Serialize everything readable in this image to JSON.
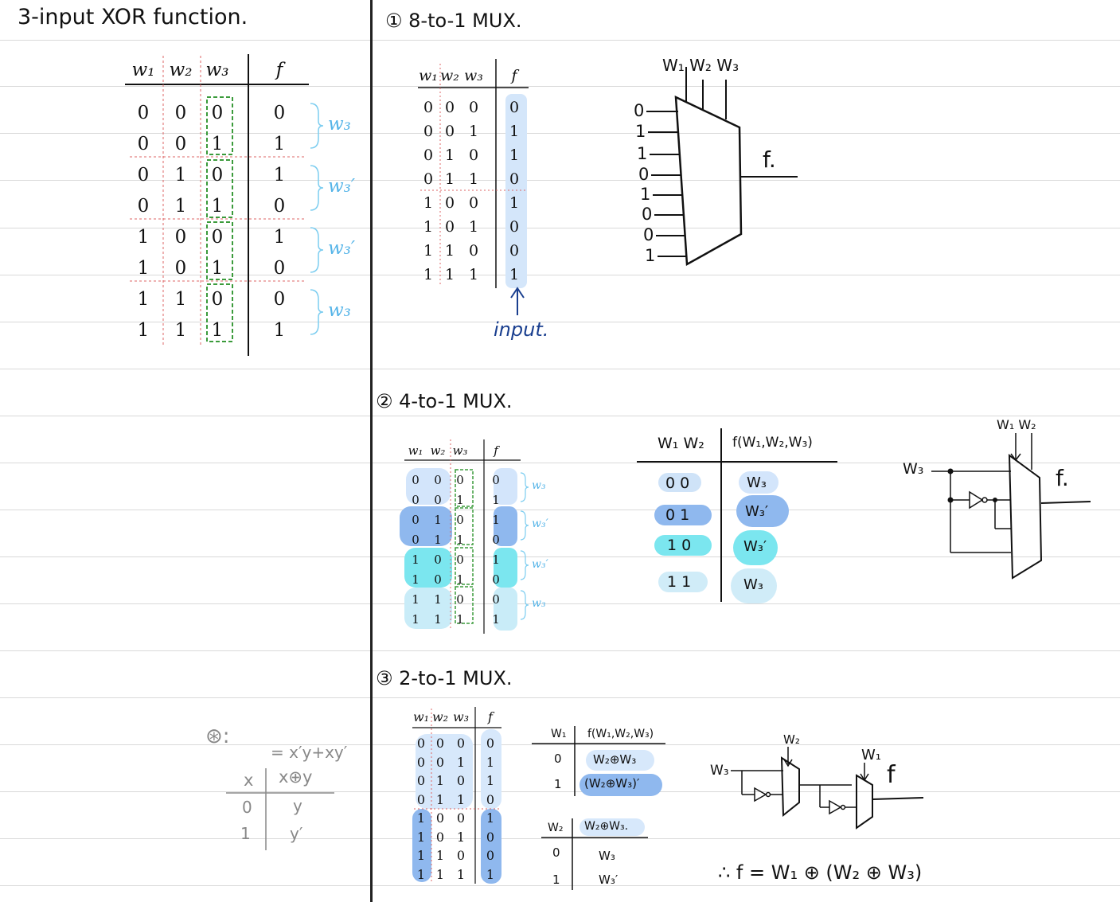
{
  "left": {
    "title": "3-input XOR function.",
    "headers": [
      "w₁",
      "w₂",
      "w₃",
      "f"
    ],
    "rows": [
      [
        "0",
        "0",
        "0",
        "0"
      ],
      [
        "0",
        "0",
        "1",
        "1"
      ],
      [
        "0",
        "1",
        "0",
        "1"
      ],
      [
        "0",
        "1",
        "1",
        "0"
      ],
      [
        "1",
        "0",
        "0",
        "1"
      ],
      [
        "1",
        "0",
        "1",
        "0"
      ],
      [
        "1",
        "1",
        "0",
        "0"
      ],
      [
        "1",
        "1",
        "1",
        "1"
      ]
    ],
    "groups": [
      "w₃",
      "w₃′",
      "w₃′",
      "w₃"
    ],
    "note": {
      "star": "⊛:",
      "expr": "= x′y+xy′",
      "headers": [
        "x",
        "x⊕y"
      ],
      "rows": [
        [
          "0",
          "y"
        ],
        [
          "1",
          "y′"
        ]
      ]
    }
  },
  "s1": {
    "title": "① 8-to-1 MUX.",
    "headers": [
      "w₁",
      "w₂",
      "w₃",
      "f"
    ],
    "rows": [
      [
        "0",
        "0",
        "0",
        "0"
      ],
      [
        "0",
        "0",
        "1",
        "1"
      ],
      [
        "0",
        "1",
        "0",
        "1"
      ],
      [
        "0",
        "1",
        "1",
        "0"
      ],
      [
        "1",
        "0",
        "0",
        "1"
      ],
      [
        "1",
        "0",
        "1",
        "0"
      ],
      [
        "1",
        "1",
        "0",
        "0"
      ],
      [
        "1",
        "1",
        "1",
        "1"
      ]
    ],
    "arrow_label": "input.",
    "mux_selects": "W₁ W₂ W₃",
    "mux_inputs": [
      "0",
      "1",
      "1",
      "0",
      "1",
      "0",
      "0",
      "1"
    ],
    "mux_output": "f."
  },
  "s2": {
    "title": "② 4-to-1 MUX.",
    "headers": [
      "w₁",
      "w₂",
      "w₃",
      "f"
    ],
    "rows": [
      [
        "0",
        "0",
        "0",
        "0"
      ],
      [
        "0",
        "0",
        "1",
        "1"
      ],
      [
        "0",
        "1",
        "0",
        "1"
      ],
      [
        "0",
        "1",
        "1",
        "0"
      ],
      [
        "1",
        "0",
        "0",
        "1"
      ],
      [
        "1",
        "0",
        "1",
        "0"
      ],
      [
        "1",
        "1",
        "0",
        "0"
      ],
      [
        "1",
        "1",
        "1",
        "1"
      ]
    ],
    "groups": [
      "w₃",
      "w₃′",
      "w₃′",
      "w₃"
    ],
    "hw_headers": [
      "W₁ W₂",
      "f(W₁,W₂,W₃)"
    ],
    "hw_rows": [
      [
        "0 0",
        "W₃"
      ],
      [
        "0 1",
        "W₃′"
      ],
      [
        "1 0",
        "W₃′"
      ],
      [
        "1 1",
        "W₃"
      ]
    ],
    "circuit": {
      "input": "W₃",
      "selects": "W₁ W₂",
      "output": "f."
    }
  },
  "s3": {
    "title": "③ 2-to-1 MUX.",
    "headers": [
      "w₁",
      "w₂",
      "w₃",
      "f"
    ],
    "rows": [
      [
        "0",
        "0",
        "0",
        "0"
      ],
      [
        "0",
        "0",
        "1",
        "1"
      ],
      [
        "0",
        "1",
        "0",
        "1"
      ],
      [
        "0",
        "1",
        "1",
        "0"
      ],
      [
        "1",
        "0",
        "0",
        "1"
      ],
      [
        "1",
        "0",
        "1",
        "0"
      ],
      [
        "1",
        "1",
        "0",
        "0"
      ],
      [
        "1",
        "1",
        "1",
        "1"
      ]
    ],
    "t1_headers": [
      "W₁",
      "f(W₁,W₂,W₃)"
    ],
    "t1_rows": [
      [
        "0",
        "W₂⊕W₃"
      ],
      [
        "1",
        "(W₂⊕W₃)′"
      ]
    ],
    "t2_headers": [
      "W₂",
      "W₂⊕W₃."
    ],
    "t2_rows": [
      [
        "0",
        "W₃"
      ],
      [
        "1",
        "W₃′"
      ]
    ],
    "circuit": {
      "input": "W₃",
      "sel1": "W₂",
      "sel2": "W₁",
      "output": "f"
    },
    "result": "∴ f = W₁ ⊕ (W₂ ⊕ W₃)"
  }
}
